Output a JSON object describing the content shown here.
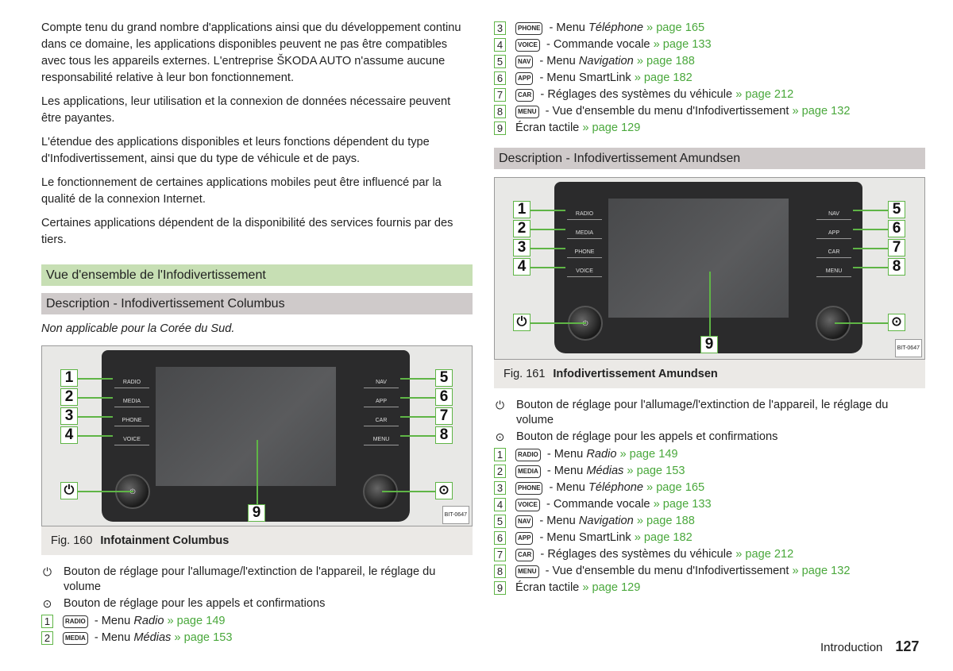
{
  "left": {
    "paragraphs": [
      "Compte tenu du grand nombre d'applications ainsi que du développement continu dans ce domaine, les applications disponibles peuvent ne pas être compatibles avec tous les appareils externes. L'entreprise ŠKODA AUTO n'assume aucune responsabilité relative à leur bon fonctionnement.",
      "Les applications, leur utilisation et la connexion de données nécessaire peuvent être payantes.",
      "L'étendue des applications disponibles et leurs fonctions dépendent du type d'Infodivertissement, ainsi que du type de véhicule et de pays.",
      "Le fonctionnement de certaines applications mobiles peut être influencé par la qualité de la connexion Internet.",
      "Certaines applications dépendent de la disponibilité des services fournis par des tiers."
    ],
    "section_title": "Vue d'ensemble de l'Infodivertissement",
    "subsection_title": "Description - Infodivertissement Columbus",
    "note": "Non applicable pour la Corée du Sud.",
    "figure": {
      "fig_no": "Fig. 160",
      "caption": "Infotainment Columbus",
      "code": "BIT-0647"
    },
    "desc": [
      {
        "icon": "power-icon",
        "symbol": "⏻",
        "text": "Bouton de réglage pour l'allumage/l'extinction de l'appareil, le réglage du volume"
      },
      {
        "icon": "confirm-icon",
        "symbol": "⊙",
        "text": "Bouton de réglage pour les appels et confirmations"
      }
    ],
    "items": [
      {
        "num": "1",
        "key": "RADIO",
        "pre": " - Menu ",
        "it": "Radio",
        "post": "",
        "link": " » page 149"
      },
      {
        "num": "2",
        "key": "MEDIA",
        "pre": " - Menu ",
        "it": "Médias",
        "post": "",
        "link": " » page 153"
      }
    ]
  },
  "right": {
    "items_top": [
      {
        "num": "3",
        "key": "PHONE",
        "pre": " - Menu ",
        "it": "Téléphone",
        "post": "",
        "link": " » page 165"
      },
      {
        "num": "4",
        "key": "VOICE",
        "pre": " - Commande vocale",
        "it": "",
        "post": "",
        "link": " » page 133"
      },
      {
        "num": "5",
        "key": "NAV",
        "pre": " - Menu ",
        "it": "Navigation",
        "post": "",
        "link": " » page 188"
      },
      {
        "num": "6",
        "key": "APP",
        "pre": " - Menu SmartLink",
        "it": "",
        "post": "",
        "link": " » page 182"
      },
      {
        "num": "7",
        "key": "CAR",
        "pre": " - Réglages des systèmes du véhicule",
        "it": "",
        "post": "",
        "link": " » page 212"
      },
      {
        "num": "8",
        "key": "MENU",
        "pre": " - Vue d'ensemble du menu d'Infodivertissement",
        "it": "",
        "post": "",
        "link": " » page 132"
      },
      {
        "num": "9",
        "key": "",
        "pre": "Écran tactile",
        "it": "",
        "post": "",
        "link": " » page 129"
      }
    ],
    "subsection_title": "Description - Infodivertissement Amundsen",
    "figure": {
      "fig_no": "Fig. 161",
      "caption": "Infodivertissement Amundsen",
      "code": "BIT-0647"
    },
    "desc": [
      {
        "icon": "power-icon",
        "symbol": "⏻",
        "text": "Bouton de réglage pour l'allumage/l'extinction de l'appareil, le réglage du volume"
      },
      {
        "icon": "confirm-icon",
        "symbol": "⊙",
        "text": "Bouton de réglage pour les appels et confirmations"
      }
    ],
    "items": [
      {
        "num": "1",
        "key": "RADIO",
        "pre": " - Menu ",
        "it": "Radio",
        "post": "",
        "link": " » page 149"
      },
      {
        "num": "2",
        "key": "MEDIA",
        "pre": " - Menu ",
        "it": "Médias",
        "post": "",
        "link": " » page 153"
      },
      {
        "num": "3",
        "key": "PHONE",
        "pre": " - Menu ",
        "it": "Téléphone",
        "post": "",
        "link": " » page 165"
      },
      {
        "num": "4",
        "key": "VOICE",
        "pre": " - Commande vocale",
        "it": "",
        "post": "",
        "link": " » page 133"
      },
      {
        "num": "5",
        "key": "NAV",
        "pre": " - Menu ",
        "it": "Navigation",
        "post": "",
        "link": " » page 188"
      },
      {
        "num": "6",
        "key": "APP",
        "pre": " - Menu SmartLink",
        "it": "",
        "post": "",
        "link": " » page 182"
      },
      {
        "num": "7",
        "key": "CAR",
        "pre": " - Réglages des systèmes du véhicule",
        "it": "",
        "post": "",
        "link": " » page 212"
      },
      {
        "num": "8",
        "key": "MENU",
        "pre": " - Vue d'ensemble du menu d'Infodivertissement",
        "it": "",
        "post": "",
        "link": " » page 132"
      },
      {
        "num": "9",
        "key": "",
        "pre": "Écran tactile",
        "it": "",
        "post": "",
        "link": " » page 129"
      }
    ]
  },
  "device": {
    "left_buttons": [
      "RADIO",
      "MEDIA",
      "PHONE",
      "VOICE"
    ],
    "right_buttons": [
      "NAV",
      "APP",
      "CAR",
      "MENU"
    ],
    "left_numbers": [
      "1",
      "2",
      "3",
      "4"
    ],
    "right_numbers": [
      "5",
      "6",
      "7",
      "8"
    ],
    "screen_number": "9",
    "power_symbol": "⏻",
    "confirm_symbol": "⊙"
  },
  "footer": {
    "section": "Introduction",
    "page": "127"
  },
  "colors": {
    "accent_green": "#5fb546",
    "link_green": "#4aa83c",
    "section_green": "#c7dfb4",
    "section_grey": "#cfcaca"
  }
}
